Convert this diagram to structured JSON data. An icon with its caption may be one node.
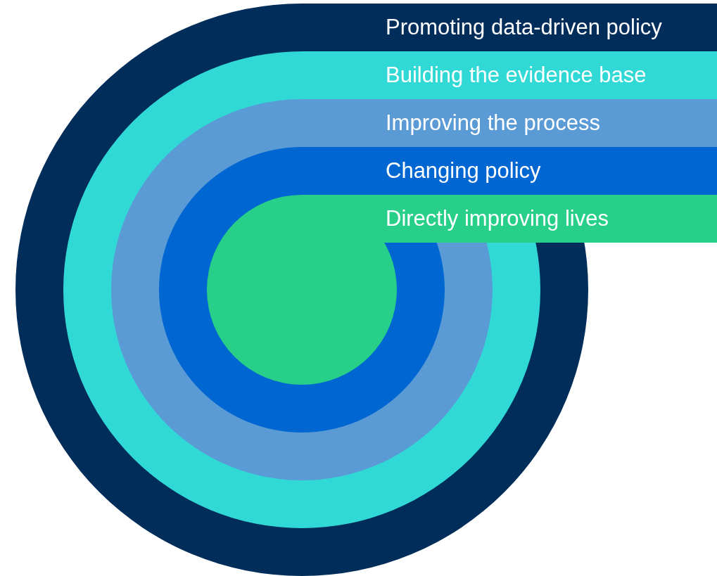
{
  "diagram": {
    "nodes": [
      {
        "text": [
          "Promoting data-driven policy"
        ]
      },
      {
        "text": [
          "Building the evidence base"
        ],
        "in": 0
      },
      {
        "text": [
          "Improving the process"
        ],
        "in": 1
      },
      {
        "text": [
          "Changing policy"
        ],
        "in": 2
      },
      {
        "text": [
          "Directly improving lives"
        ],
        "in": 3
      }
    ]
  }
}
